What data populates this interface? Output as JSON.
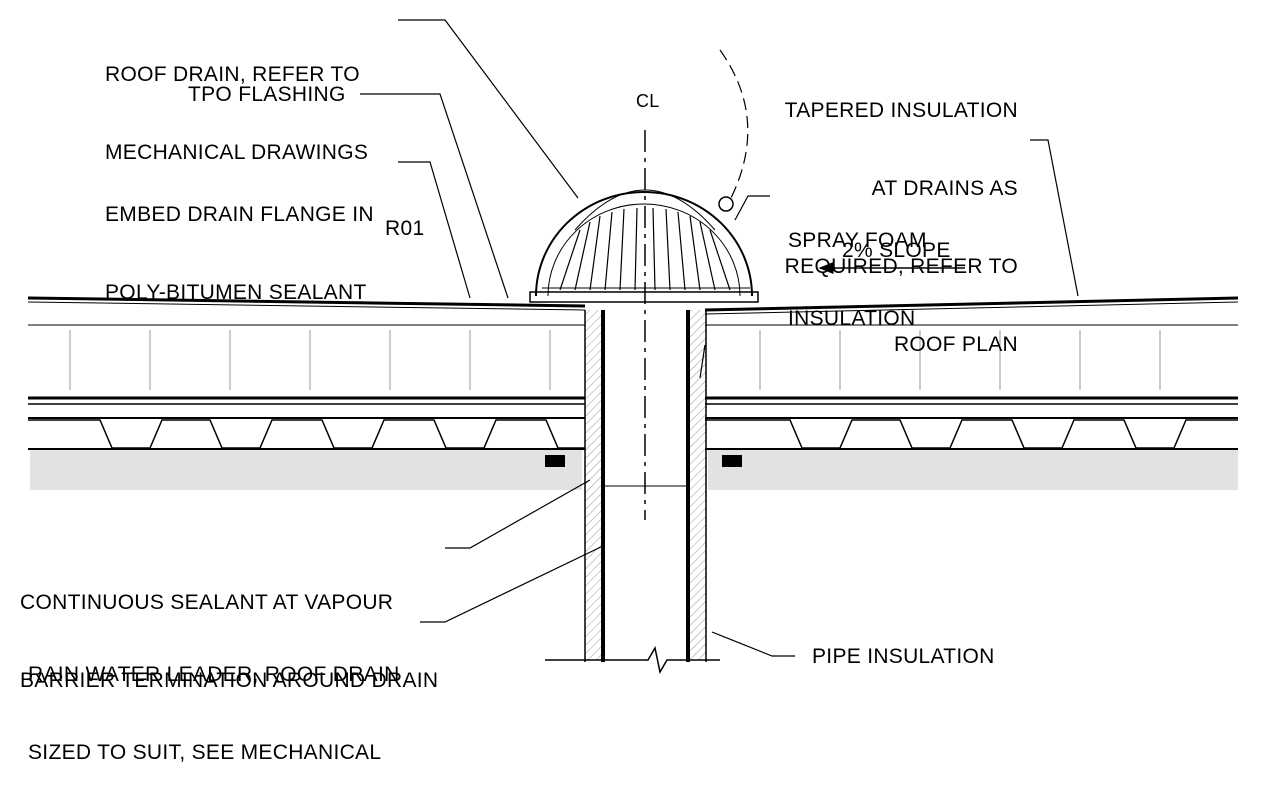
{
  "labels": {
    "roof_drain": [
      "ROOF DRAIN, REFER TO",
      "MECHANICAL DRAWINGS"
    ],
    "tpo_flashing": "TPO FLASHING",
    "embed_flange": [
      "EMBED DRAIN FLANGE IN",
      "POLY-BITUMEN SEALANT"
    ],
    "tag": "R01",
    "centerline": "CL",
    "tapered": [
      "TAPERED INSULATION",
      "AT DRAINS AS",
      "REQUIRED, REFER TO",
      "ROOF PLAN"
    ],
    "spray_foam": [
      "SPRAY FOAM",
      "INSULATION"
    ],
    "slope": "2% SLOPE",
    "sealant": [
      "CONTINUOUS SEALANT AT VAPOUR",
      "BARRIER TERMINATION AROUND DRAIN"
    ],
    "leader": [
      "RAIN WATER LEADER, ROOF DRAIN",
      "SIZED TO SUIT, SEE MECHANICAL"
    ],
    "pipe_insulation": "PIPE INSULATION"
  }
}
